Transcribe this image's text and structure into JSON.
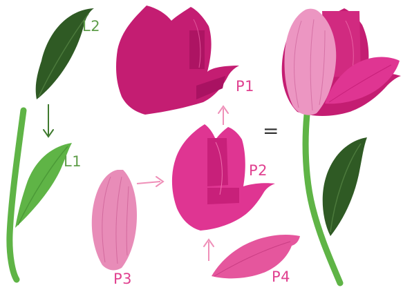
{
  "labels": {
    "l2": "L2",
    "l1": "L1",
    "p1": "P1",
    "p2": "P2",
    "p3": "P3",
    "p4": "P4",
    "equals": "="
  },
  "colors": {
    "stem_green": "#5fb446",
    "dark_leaf": "#2f5a24",
    "arrow_green": "#3f7a2e",
    "label_green": "#5f9e4a",
    "label_pink": "#e0408f",
    "arrow_pink": "#ef8fb8",
    "p1_magenta": "#c41d72",
    "p2_pink": "#df3592",
    "p3_light": "#e88cb8",
    "p4_pink": "#e5569d"
  },
  "icons": {
    "leaf_l2": "leaf-icon",
    "stem_l1": "stem-leaf-icon",
    "petal_p1": "petal-icon",
    "petal_p2": "petal-icon",
    "petal_p3": "petal-icon",
    "petal_p4": "petal-icon",
    "tulip": "tulip-icon"
  }
}
